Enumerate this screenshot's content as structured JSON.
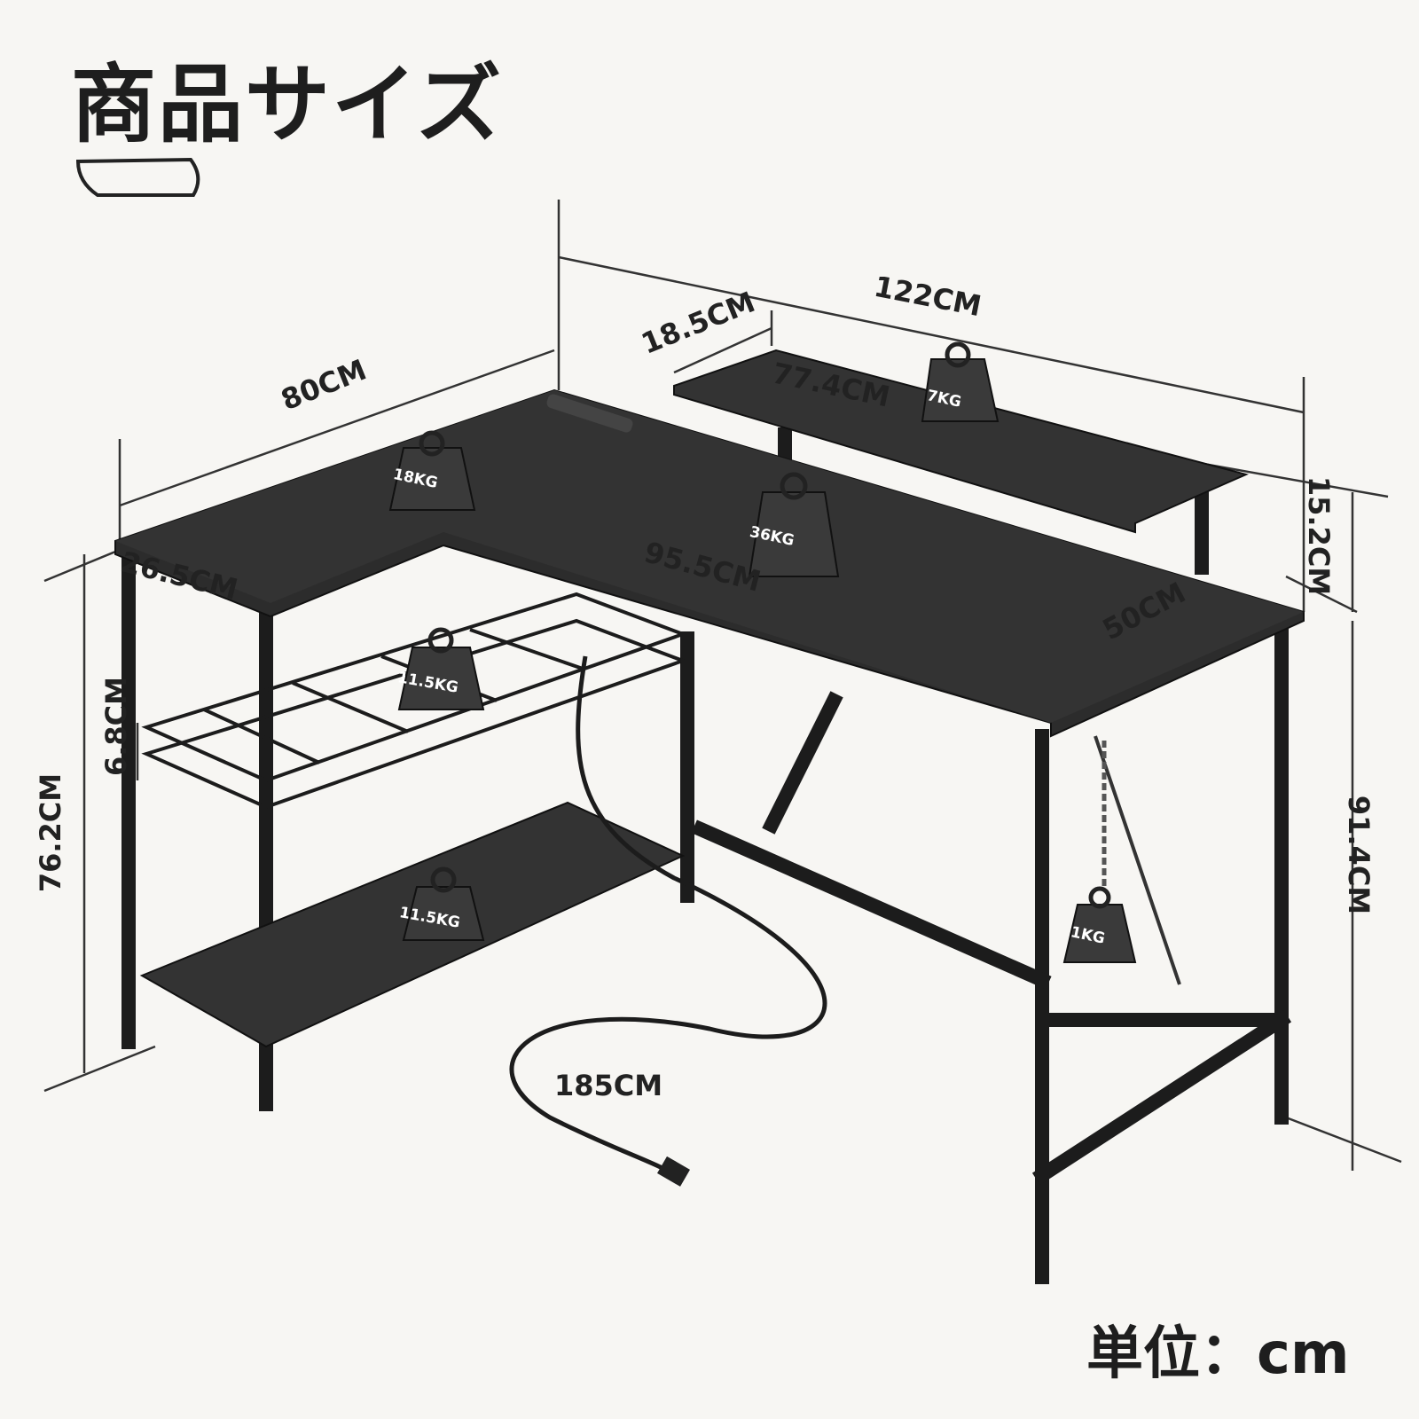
{
  "title": "商品サイズ",
  "unit_label": "単位：cm",
  "dimensions": {
    "total_width": "122CM",
    "shelf_depth": "18.5CM",
    "shelf_width": "77.4CM",
    "side_length": "80CM",
    "shelf_height": "15.2CM",
    "side_depth": "26.5CM",
    "main_width": "95.5CM",
    "main_depth": "50CM",
    "basket_height": "6.8CM",
    "desk_height": "76.2CM",
    "total_height": "91.4CM",
    "cord_length": "185CM"
  },
  "weights": {
    "monitor_shelf": "7KG",
    "side_top": "18KG",
    "main_top": "36KG",
    "basket": "11.5KG",
    "bottom_shelf": "11.5KG",
    "hook": "1KG"
  },
  "colors": {
    "background": "#f7f6f3",
    "desk": "#2a2a2a",
    "frame": "#1c1c1c",
    "text": "#222222"
  }
}
